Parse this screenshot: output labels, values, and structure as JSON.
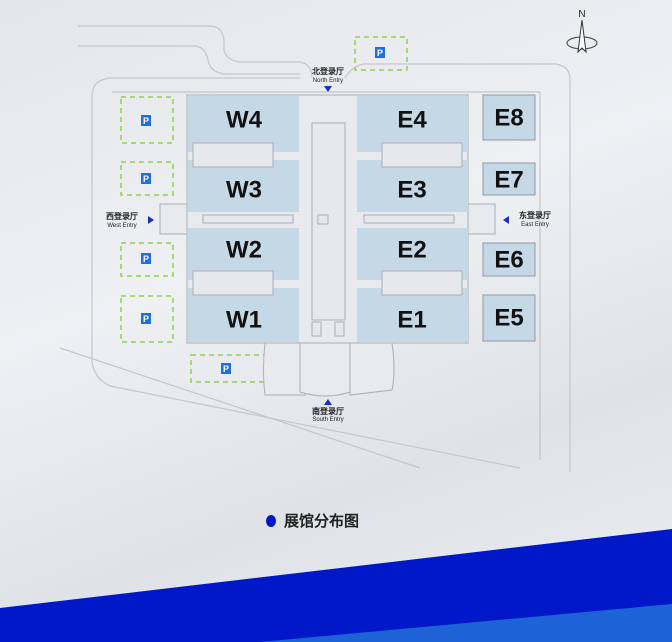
{
  "compass": "N",
  "halls": [
    {
      "id": "W4",
      "label": "W4"
    },
    {
      "id": "W3",
      "label": "W3"
    },
    {
      "id": "W2",
      "label": "W2"
    },
    {
      "id": "W1",
      "label": "W1"
    },
    {
      "id": "E4",
      "label": "E4"
    },
    {
      "id": "E3",
      "label": "E3"
    },
    {
      "id": "E2",
      "label": "E2"
    },
    {
      "id": "E1",
      "label": "E1"
    },
    {
      "id": "E8",
      "label": "E8"
    },
    {
      "id": "E7",
      "label": "E7"
    },
    {
      "id": "E6",
      "label": "E6"
    },
    {
      "id": "E5",
      "label": "E5"
    }
  ],
  "entries": {
    "north": {
      "cn": "北登录厅",
      "en": "North Entry"
    },
    "south": {
      "cn": "南登录厅",
      "en": "South Entry"
    },
    "west": {
      "cn": "西登录厅",
      "en": "West Entry"
    },
    "east": {
      "cn": "东登录厅",
      "en": "East Entry"
    }
  },
  "parking_label": "P",
  "legend": "展馆分布图",
  "colors": {
    "hall": "#c5d8e6",
    "accent": "#0018c8",
    "parking": "#8fd14f",
    "band_light": "#1e62d8"
  }
}
